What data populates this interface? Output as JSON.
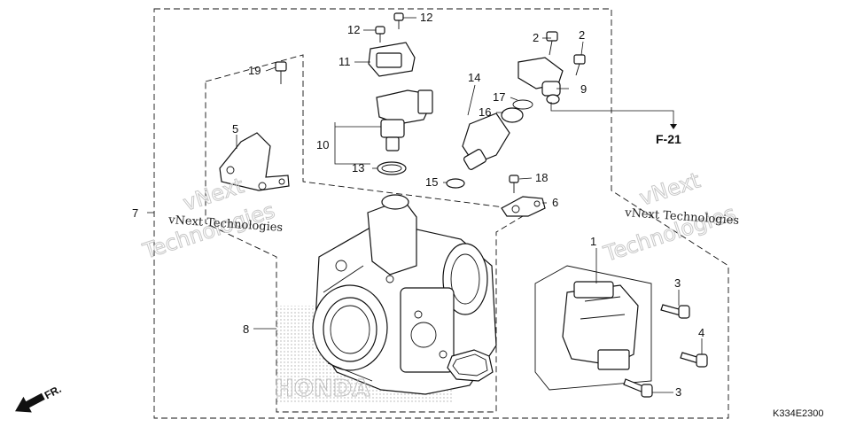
{
  "callouts": {
    "c1": "1",
    "c2a": "2",
    "c2b": "2",
    "c3a": "3",
    "c3b": "3",
    "c4": "4",
    "c5": "5",
    "c6": "6",
    "c7": "7",
    "c8": "8",
    "c9": "9",
    "c10": "10",
    "c11": "11",
    "c12a": "12",
    "c12b": "12",
    "c13": "13",
    "c14": "14",
    "c15": "15",
    "c16": "16",
    "c17": "17",
    "c18": "18",
    "c19": "19"
  },
  "reference": "F-21",
  "diagram_code": "K334E2300",
  "direction": "FR.",
  "watermarks": {
    "left_small": "vNext Technologies",
    "left_large": "Technologies",
    "left_top": "vNext",
    "right_small": "vNext Technologies",
    "right_large": "Technologies",
    "right_top": "vNext"
  },
  "brand_mark": "HONDA"
}
